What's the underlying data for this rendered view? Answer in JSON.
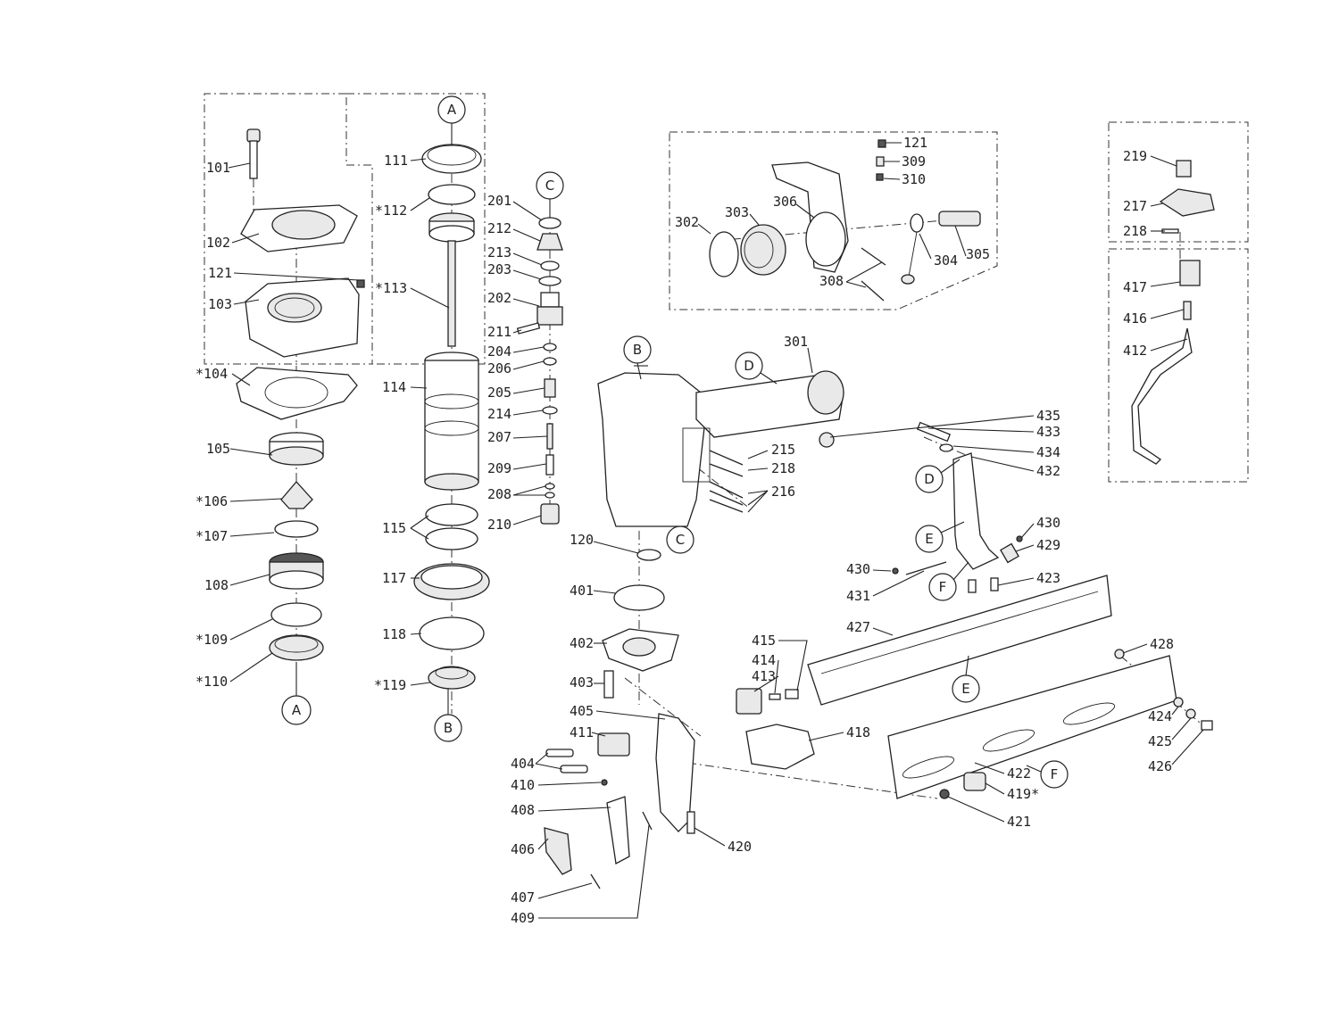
{
  "callouts": {
    "a_top": "A",
    "a_bot": "A",
    "b_top": "B",
    "b_bot": "B",
    "c_top": "C",
    "c_mid": "C",
    "d_top": "D",
    "d_mid": "D",
    "e_top": "E",
    "e_mid": "E",
    "f_top": "F",
    "f_mid": "F"
  },
  "labels": {
    "p101": "101",
    "p102": "102",
    "p121a": "121",
    "p103": "103",
    "p104": "*104",
    "p105": "105",
    "p106": "*106",
    "p107": "*107",
    "p108": "108",
    "p109": "*109",
    "p110": "*110",
    "p111": "111",
    "p112": "*112",
    "p113": "*113",
    "p114": "114",
    "p115": "115",
    "p117": "117",
    "p118": "118",
    "p119": "*119",
    "p201": "201",
    "p212": "212",
    "p213": "213",
    "p203": "203",
    "p202": "202",
    "p211": "211",
    "p204": "204",
    "p206": "206",
    "p205": "205",
    "p214": "214",
    "p207": "207",
    "p209": "209",
    "p208": "208",
    "p210": "210",
    "p121b": "121",
    "p309": "309",
    "p310": "310",
    "p306": "306",
    "p303": "303",
    "p302": "302",
    "p304": "304",
    "p305": "305",
    "p308": "308",
    "p219": "219",
    "p217": "217",
    "p218a": "218",
    "p417": "417",
    "p416": "416",
    "p412": "412",
    "p301": "301",
    "p215": "215",
    "p218b": "218",
    "p216": "216",
    "p120": "120",
    "p401": "401",
    "p402": "402",
    "p403": "403",
    "p405": "405",
    "p411": "411",
    "p404": "404",
    "p410": "410",
    "p408": "408",
    "p406": "406",
    "p407": "407",
    "p409": "409",
    "p420": "420",
    "p435": "435",
    "p433": "433",
    "p434": "434",
    "p432": "432",
    "p430a": "430",
    "p429": "429",
    "p430b": "430",
    "p431": "431",
    "p423": "423",
    "p427": "427",
    "p415": "415",
    "p414": "414",
    "p413": "413",
    "p418": "418",
    "p428": "428",
    "p424": "424",
    "p425": "425",
    "p426": "426",
    "p422": "422",
    "p419": "419*",
    "p421": "421"
  }
}
